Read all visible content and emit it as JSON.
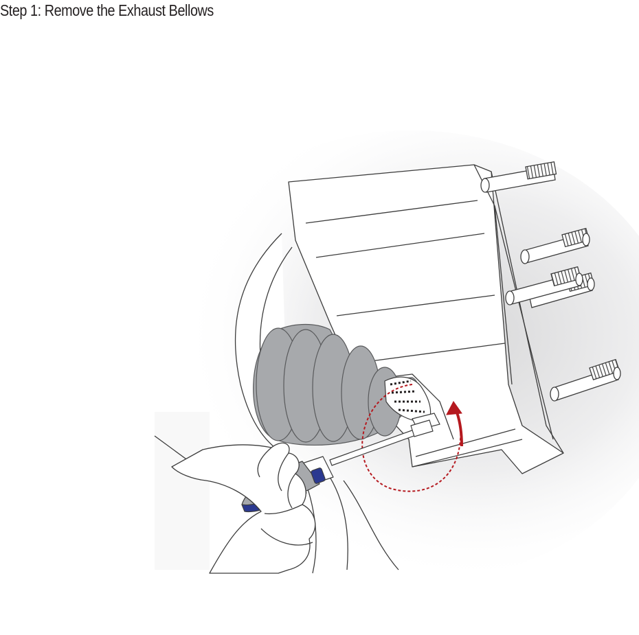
{
  "step": {
    "title": "Step 1:  Remove the Exhaust Bellows"
  },
  "illustration": {
    "accent_color": "#b5191f",
    "screwdriver_accent_color": "#2b3990",
    "bellows_color": "#a7a9ac",
    "outline_color": "#3c3c3c",
    "icons": [
      "bellows",
      "hose-clamp",
      "screwdriver",
      "hand",
      "threaded-stud",
      "rotation-arrow"
    ]
  }
}
